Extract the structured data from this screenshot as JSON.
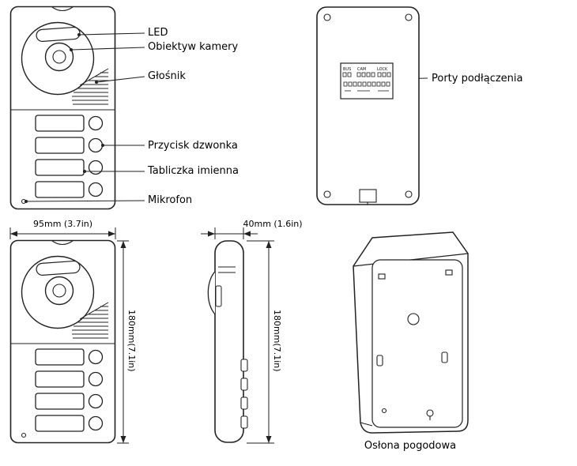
{
  "callouts": {
    "led": "LED",
    "lens": "Obiektyw kamery",
    "speaker": "Głośnik",
    "bell_button": "Przycisk dzwonka",
    "name_plate": "Tabliczka imienna",
    "microphone": "Mikrofon",
    "ports": "Porty podłączenia"
  },
  "dimensions": {
    "front_width": "95mm (3.7in)",
    "front_height": "180mm(7.1in)",
    "side_width": "40mm (1.6in)",
    "side_height": "180mm(7.1in)"
  },
  "back_view": {
    "terminal_labels": [
      "BUS",
      "CAM",
      "LOCK"
    ]
  },
  "captions": {
    "weather_cover": "Osłona pogodowa"
  },
  "colors": {
    "line": "#222222",
    "text": "#000000",
    "background": "#ffffff"
  }
}
